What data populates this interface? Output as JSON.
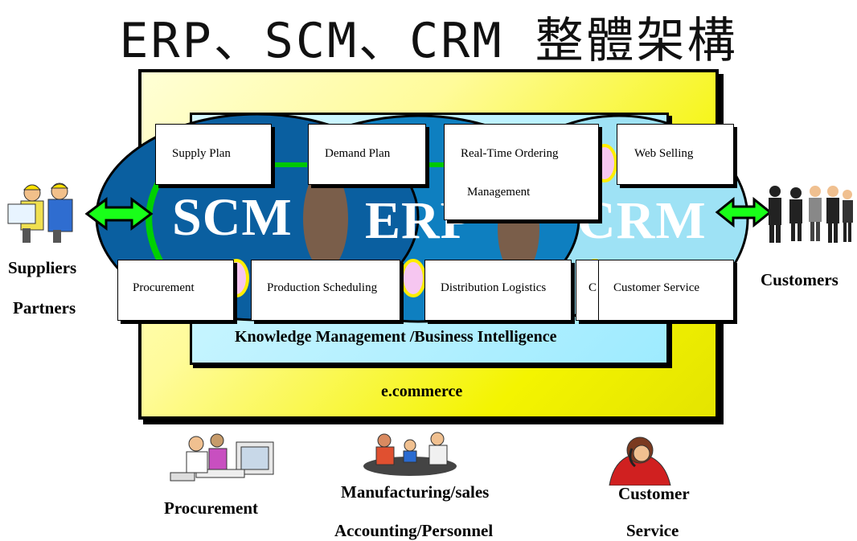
{
  "title": "ERP、SCM、CRM 整體架構",
  "modules": {
    "scm": "SCM",
    "erp": "ERP",
    "crm": "CRM"
  },
  "top_cards": [
    "Supply Plan",
    "Demand Plan",
    "Real-Time Ordering",
    "Management",
    "Web Selling"
  ],
  "bottom_cards": [
    "Procurement",
    "Production Scheduling",
    "Distribution Logistics",
    "C",
    "Customer Service"
  ],
  "knowledge_label": "Knowledge Management /Business Intelligence",
  "ecommerce_label": "e.commerce",
  "left_party": [
    "Suppliers",
    "Partners"
  ],
  "right_party": "Customers",
  "departments": {
    "procurement": "Procurement",
    "manufacturing_1": "Manufacturing/sales",
    "manufacturing_2": "Accounting/Personnel",
    "service_1": "Customer",
    "service_2": "Service"
  },
  "colors": {
    "scm": "#0a5fa0",
    "erp": "#0e7fc0",
    "crm": "#9ee2f5",
    "overlap": "#7a5e4a",
    "arrow": "#19ff19",
    "link": "#00c800"
  }
}
